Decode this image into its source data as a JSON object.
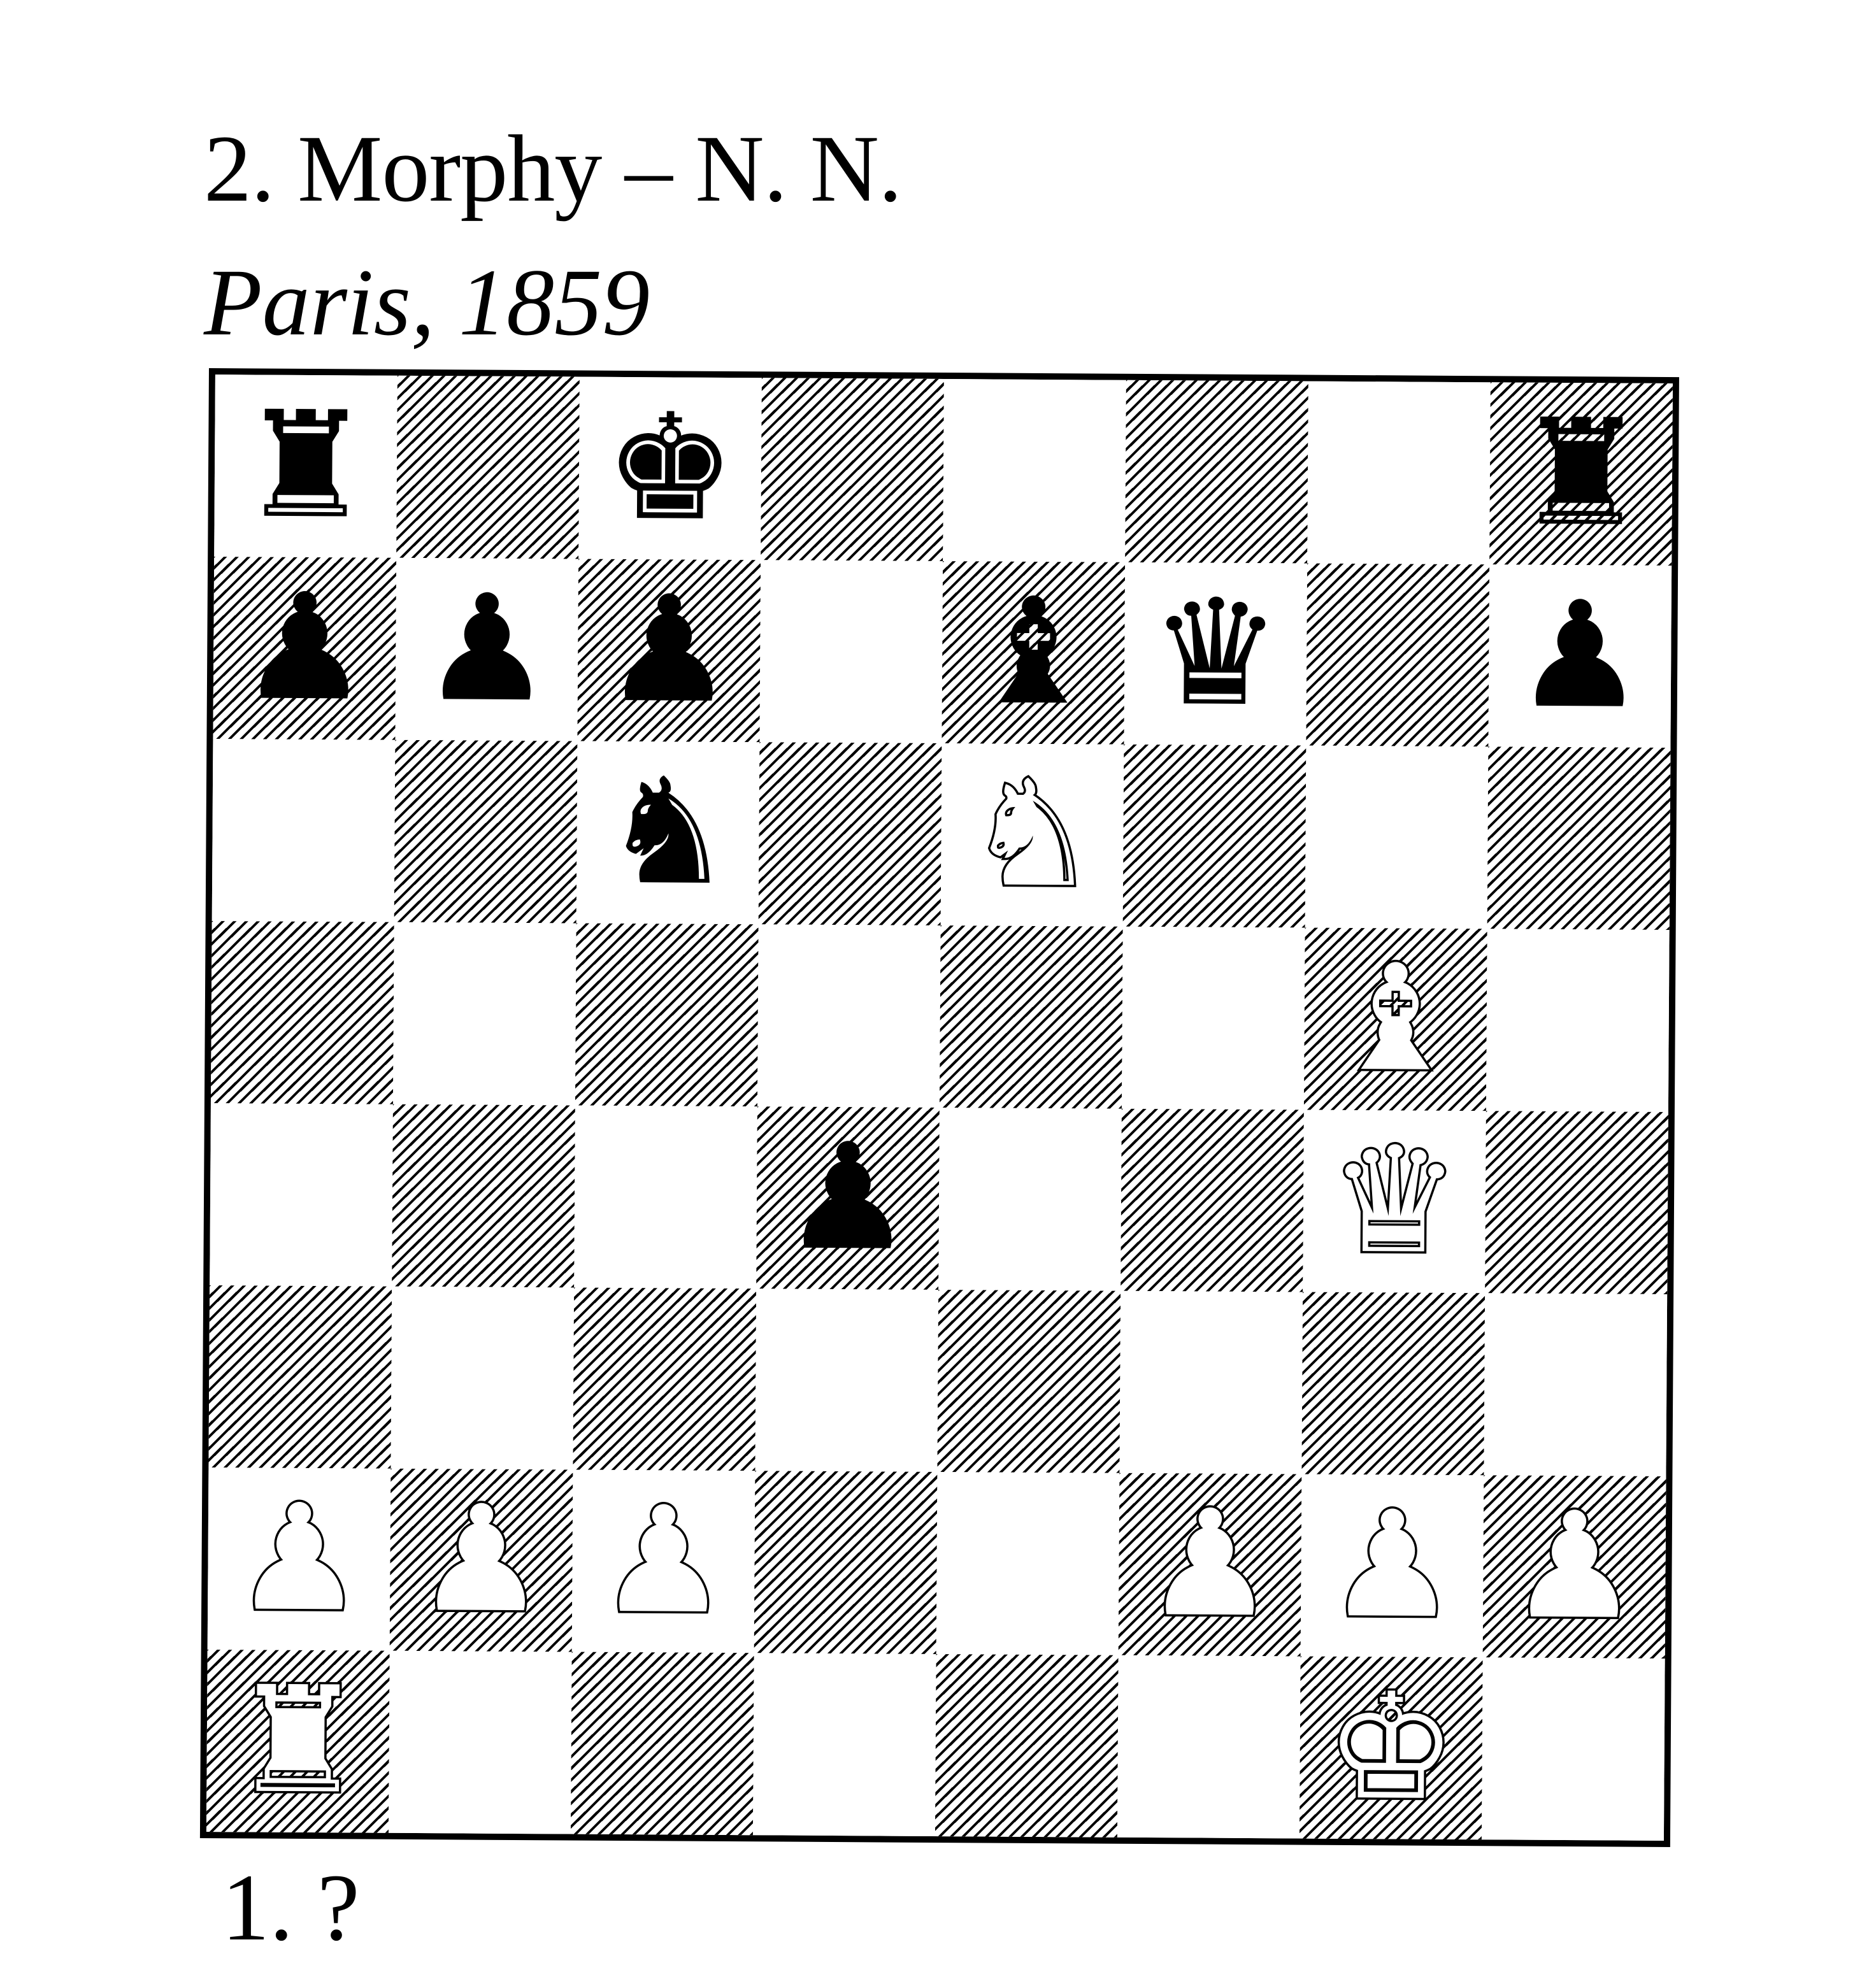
{
  "diagram": {
    "title": "2. Morphy – N. N.",
    "subtitle": "Paris, 1859",
    "caption": "1. ?"
  },
  "board": {
    "ranks": [
      [
        {
          "square": "a8",
          "piece": "rook",
          "color": "black",
          "glyph": "♜"
        },
        {
          "square": "b8",
          "piece": "",
          "color": "",
          "glyph": ""
        },
        {
          "square": "c8",
          "piece": "king",
          "color": "black",
          "glyph": "♚"
        },
        {
          "square": "d8",
          "piece": "",
          "color": "",
          "glyph": ""
        },
        {
          "square": "e8",
          "piece": "",
          "color": "",
          "glyph": ""
        },
        {
          "square": "f8",
          "piece": "",
          "color": "",
          "glyph": ""
        },
        {
          "square": "g8",
          "piece": "",
          "color": "",
          "glyph": ""
        },
        {
          "square": "h8",
          "piece": "rook",
          "color": "black",
          "glyph": "♜"
        }
      ],
      [
        {
          "square": "a7",
          "piece": "pawn",
          "color": "black",
          "glyph": "♟"
        },
        {
          "square": "b7",
          "piece": "pawn",
          "color": "black",
          "glyph": "♟"
        },
        {
          "square": "c7",
          "piece": "pawn",
          "color": "black",
          "glyph": "♟"
        },
        {
          "square": "d7",
          "piece": "",
          "color": "",
          "glyph": ""
        },
        {
          "square": "e7",
          "piece": "bishop",
          "color": "black",
          "glyph": "♝"
        },
        {
          "square": "f7",
          "piece": "queen",
          "color": "black",
          "glyph": "♛"
        },
        {
          "square": "g7",
          "piece": "",
          "color": "",
          "glyph": ""
        },
        {
          "square": "h7",
          "piece": "pawn",
          "color": "black",
          "glyph": "♟"
        }
      ],
      [
        {
          "square": "a6",
          "piece": "",
          "color": "",
          "glyph": ""
        },
        {
          "square": "b6",
          "piece": "",
          "color": "",
          "glyph": ""
        },
        {
          "square": "c6",
          "piece": "knight",
          "color": "black",
          "glyph": "♞"
        },
        {
          "square": "d6",
          "piece": "",
          "color": "",
          "glyph": ""
        },
        {
          "square": "e6",
          "piece": "knight",
          "color": "white",
          "glyph": "♞"
        },
        {
          "square": "f6",
          "piece": "",
          "color": "",
          "glyph": ""
        },
        {
          "square": "g6",
          "piece": "",
          "color": "",
          "glyph": ""
        },
        {
          "square": "h6",
          "piece": "",
          "color": "",
          "glyph": ""
        }
      ],
      [
        {
          "square": "a5",
          "piece": "",
          "color": "",
          "glyph": ""
        },
        {
          "square": "b5",
          "piece": "",
          "color": "",
          "glyph": ""
        },
        {
          "square": "c5",
          "piece": "",
          "color": "",
          "glyph": ""
        },
        {
          "square": "d5",
          "piece": "",
          "color": "",
          "glyph": ""
        },
        {
          "square": "e5",
          "piece": "",
          "color": "",
          "glyph": ""
        },
        {
          "square": "f5",
          "piece": "",
          "color": "",
          "glyph": ""
        },
        {
          "square": "g5",
          "piece": "bishop",
          "color": "white",
          "glyph": "♝"
        },
        {
          "square": "h5",
          "piece": "",
          "color": "",
          "glyph": ""
        }
      ],
      [
        {
          "square": "a4",
          "piece": "",
          "color": "",
          "glyph": ""
        },
        {
          "square": "b4",
          "piece": "",
          "color": "",
          "glyph": ""
        },
        {
          "square": "c4",
          "piece": "",
          "color": "",
          "glyph": ""
        },
        {
          "square": "d4",
          "piece": "pawn",
          "color": "black",
          "glyph": "♟"
        },
        {
          "square": "e4",
          "piece": "",
          "color": "",
          "glyph": ""
        },
        {
          "square": "f4",
          "piece": "",
          "color": "",
          "glyph": ""
        },
        {
          "square": "g4",
          "piece": "queen",
          "color": "white",
          "glyph": "♛"
        },
        {
          "square": "h4",
          "piece": "",
          "color": "",
          "glyph": ""
        }
      ],
      [
        {
          "square": "a3",
          "piece": "",
          "color": "",
          "glyph": ""
        },
        {
          "square": "b3",
          "piece": "",
          "color": "",
          "glyph": ""
        },
        {
          "square": "c3",
          "piece": "",
          "color": "",
          "glyph": ""
        },
        {
          "square": "d3",
          "piece": "",
          "color": "",
          "glyph": ""
        },
        {
          "square": "e3",
          "piece": "",
          "color": "",
          "glyph": ""
        },
        {
          "square": "f3",
          "piece": "",
          "color": "",
          "glyph": ""
        },
        {
          "square": "g3",
          "piece": "",
          "color": "",
          "glyph": ""
        },
        {
          "square": "h3",
          "piece": "",
          "color": "",
          "glyph": ""
        }
      ],
      [
        {
          "square": "a2",
          "piece": "pawn",
          "color": "white",
          "glyph": "♟"
        },
        {
          "square": "b2",
          "piece": "pawn",
          "color": "white",
          "glyph": "♟"
        },
        {
          "square": "c2",
          "piece": "pawn",
          "color": "white",
          "glyph": "♟"
        },
        {
          "square": "d2",
          "piece": "",
          "color": "",
          "glyph": ""
        },
        {
          "square": "e2",
          "piece": "",
          "color": "",
          "glyph": ""
        },
        {
          "square": "f2",
          "piece": "pawn",
          "color": "white",
          "glyph": "♟"
        },
        {
          "square": "g2",
          "piece": "pawn",
          "color": "white",
          "glyph": "♟"
        },
        {
          "square": "h2",
          "piece": "pawn",
          "color": "white",
          "glyph": "♟"
        }
      ],
      [
        {
          "square": "a1",
          "piece": "rook",
          "color": "white",
          "glyph": "♜"
        },
        {
          "square": "b1",
          "piece": "",
          "color": "",
          "glyph": ""
        },
        {
          "square": "c1",
          "piece": "",
          "color": "",
          "glyph": ""
        },
        {
          "square": "d1",
          "piece": "",
          "color": "",
          "glyph": ""
        },
        {
          "square": "e1",
          "piece": "",
          "color": "",
          "glyph": ""
        },
        {
          "square": "f1",
          "piece": "",
          "color": "",
          "glyph": ""
        },
        {
          "square": "g1",
          "piece": "king",
          "color": "white",
          "glyph": "♚"
        },
        {
          "square": "h1",
          "piece": "",
          "color": "",
          "glyph": ""
        }
      ]
    ]
  }
}
